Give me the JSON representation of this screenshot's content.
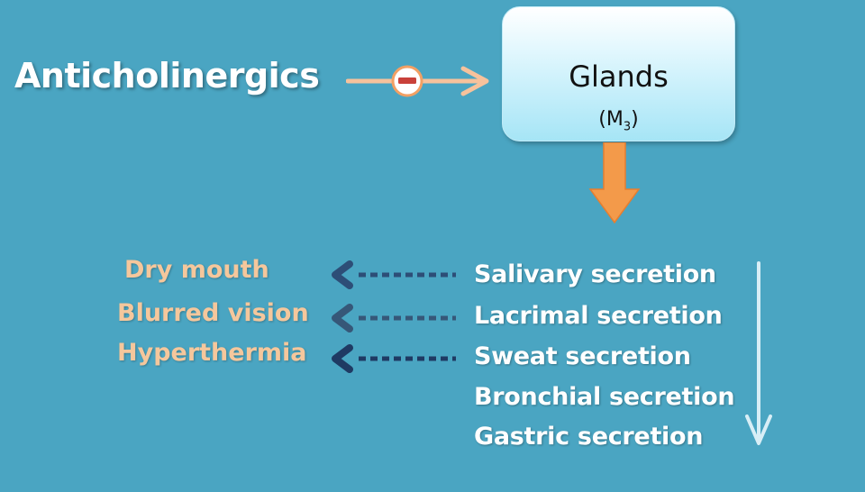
{
  "drug": {
    "label": "Anticholinergics"
  },
  "inhibit_symbol": {
    "label": "−",
    "meaning": "inhibits"
  },
  "target": {
    "title": "Glands",
    "receptor_prefix": "(M",
    "receptor_subscript": "3",
    "receptor_suffix": ")"
  },
  "secretions": [
    "Salivary secretion",
    "Lacrimal secretion",
    "Sweat secretion",
    "Bronchial secretion",
    "Gastric secretion"
  ],
  "effects": [
    "Dry mouth",
    "Blurred vision",
    "Hyperthermia"
  ],
  "colors": {
    "background": "#4aa5c2",
    "effect_text": "#f5c79c",
    "orange_arrow": "#f39a4a",
    "dotted_arrows": [
      "#2d4e77",
      "#365778",
      "#1f3a63"
    ]
  }
}
